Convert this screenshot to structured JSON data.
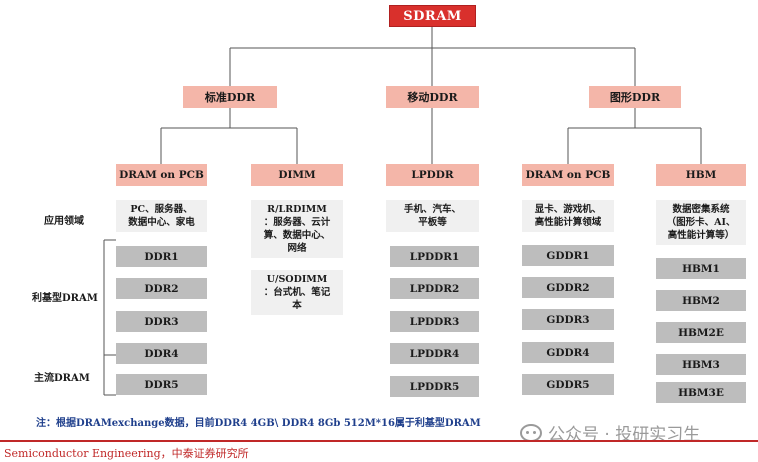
{
  "root": "SDRAM",
  "categories": {
    "standard": "标准DDR",
    "mobile": "移动DDR",
    "graphics": "图形DDR"
  },
  "subs": {
    "dram_pcb_1": "DRAM on PCB",
    "dimm": "DIMM",
    "lpddr": "LPDDR",
    "dram_pcb_2": "DRAM on PCB",
    "hbm": "HBM"
  },
  "side_labels": {
    "application": "应用领域",
    "niche": "利基型DRAM",
    "mainstream": "主流DRAM"
  },
  "descriptions": {
    "pcb1": [
      "PC、服务器、",
      "数据中心、家电"
    ],
    "dimm1": [
      "R/LRDIMM",
      "：服务器、云计",
      "算、数据中心、",
      "网络"
    ],
    "dimm2": [
      "U/SODIMM",
      "：台式机、笔记",
      "本"
    ],
    "lpddr": [
      "手机、汽车、",
      "平板等"
    ],
    "pcb2": [
      "显卡、游戏机、",
      "高性能计算领域"
    ],
    "hbm": [
      "数据密集系统",
      "（图形卡、AI、",
      "高性能计算等）"
    ]
  },
  "generations": {
    "ddr": [
      "DDR1",
      "DDR2",
      "DDR3",
      "DDR4",
      "DDR5"
    ],
    "lpddr": [
      "LPDDR1",
      "LPDDR2",
      "LPDDR3",
      "LPDDR4",
      "LPDDR5"
    ],
    "gddr": [
      "GDDR1",
      "GDDR2",
      "GDDR3",
      "GDDR4",
      "GDDR5"
    ],
    "hbm": [
      "HBM1",
      "HBM2",
      "HBM2E",
      "HBM3",
      "HBM3E"
    ]
  },
  "note": "注：根据DRAMexchange数据，目前DDR4 4GB\\ DDR4 8Gb 512M*16属于利基型DRAM",
  "source": "Semiconductor Engineering，中泰证券研究所",
  "watermark": "公众号 · 投研实习生",
  "colors": {
    "root": "#d9302c",
    "category": "#f4b6a9",
    "description": "#f0f0f0",
    "generation": "#bdbdbd",
    "note": "#1f3f8c",
    "source": "#c02828"
  }
}
